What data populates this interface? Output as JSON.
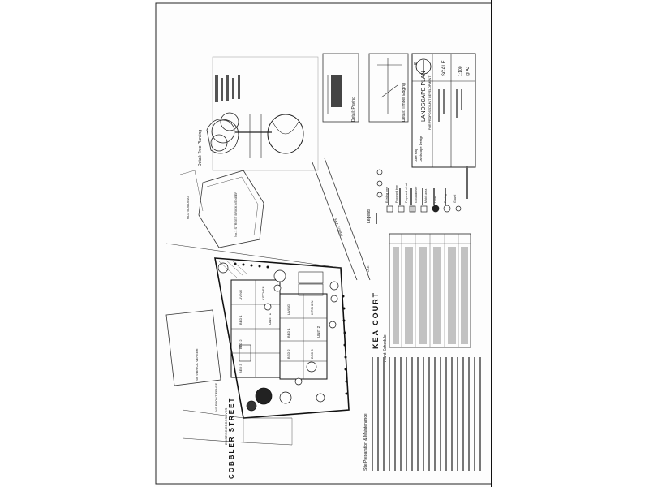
{
  "drawing": {
    "title": "LANDSCAPE PLAN",
    "subtitle": "FOR PROPOSED UNIT DEVELOPMENT",
    "scale_label": "SCALE",
    "scale_value": "1:100",
    "sheet_size": "@ A3",
    "north_label": "N",
    "address_line": "KEA COURT",
    "street_cobbler": "COBBLER STREET",
    "street_kea": "KEA COURT",
    "fence_label": "INS FRONT FENCE",
    "crossover_label": "EXISTING CROSSOVER",
    "heading_detail_tree": "Detail: Tree Planting",
    "heading_detail_paving": "Detail: Paving",
    "heading_detail_timber": "Detail: Timber Edging",
    "heading_legend": "Legend",
    "heading_plant_schedule": "Plant Schedule",
    "heading_site_prep": "Site Preparation & Maintenance",
    "designer": "Luke Hay",
    "designer_role": "Landscape Design",
    "unit1_living": "LIVING",
    "unit1_bed1": "BED 1",
    "unit1_bed2": "BED 2",
    "unit1_bed3": "BED 3",
    "unit1_kitchen": "KITCHEN",
    "unit2_living": "LIVING",
    "unit2_bed1": "BED 1",
    "unit2_bed2": "BED 2",
    "unit2_bed3": "BED 3",
    "unit2_kitchen": "KITCHEN",
    "unit1_label": "UNIT 1",
    "unit2_label": "UNIT 2",
    "neighbour_top": "No.1 STREET BRICK VENEER",
    "neighbour_left": "No. 9 BRICK VENEER",
    "shed_label": "OLD BUILDING",
    "pole_label": "POLE"
  },
  "legend_items": [
    "Existing tree",
    "Proposed tree",
    "Proposed shrub",
    "Groundcover",
    "Mulch area",
    "Lawn",
    "Paving",
    "Gravel"
  ]
}
